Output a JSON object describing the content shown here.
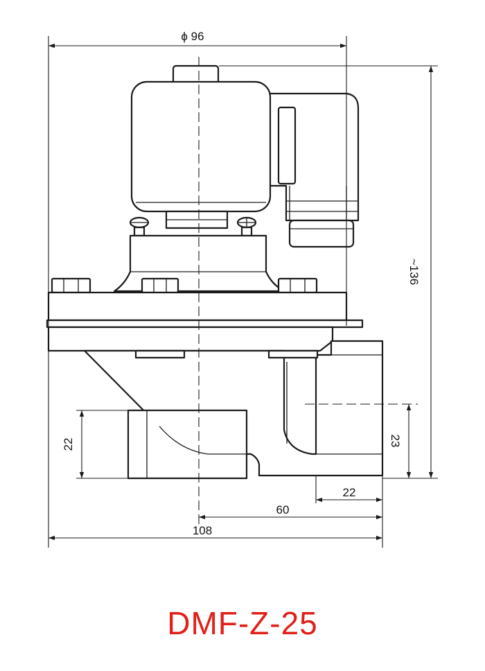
{
  "title": "DMF-Z-25",
  "title_color": "#e0201a",
  "line_color": "#1a1a1a",
  "dimensions": {
    "top_diameter": "ϕ 96",
    "height": "~136",
    "inlet_left": "22",
    "inlet_right": "23",
    "outlet_width": "22",
    "center_to_outlet": "60",
    "overall_width": "108"
  }
}
